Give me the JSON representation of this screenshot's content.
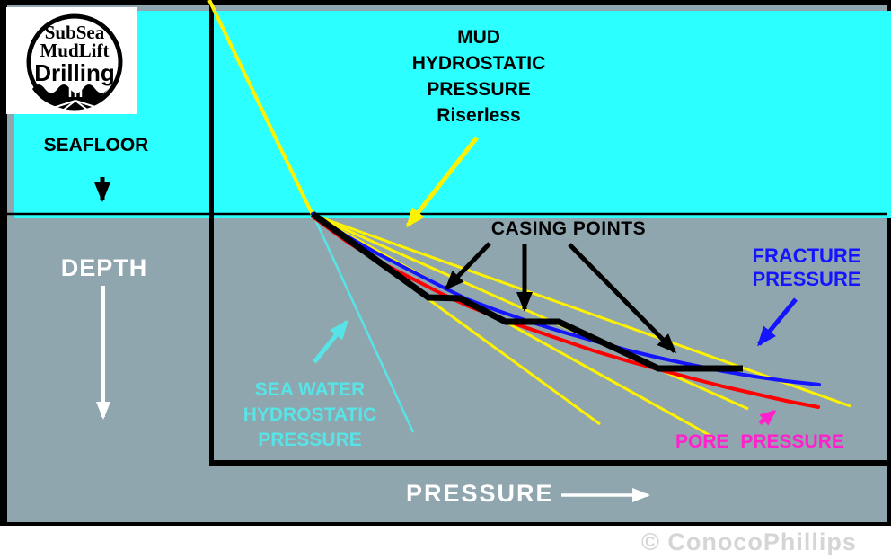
{
  "logo": {
    "line1": "SubSea",
    "line2": "MudLift",
    "line3": "Drilling"
  },
  "labels": {
    "seafloor": "SEAFLOOR",
    "depth": "DEPTH",
    "mud": {
      "line1": "MUD",
      "line2": "HYDROSTATIC",
      "line3": "PRESSURE",
      "line4": "Riserless"
    },
    "casing_points": "CASING POINTS",
    "fracture": {
      "line1": "FRACTURE",
      "line2": "PRESSURE"
    },
    "sea_water": {
      "line1": "SEA WATER",
      "line2": "HYDROSTATIC",
      "line3": "PRESSURE"
    },
    "pore": "PORE PRESSURE",
    "pressure_axis": "PRESSURE",
    "copyright": "© ConocoPhillips"
  },
  "legend": {
    "yellow_lines": "mud hydrostatic pressure (riserless) fan",
    "black_line": "casing program steps",
    "blue_line": "fracture pressure",
    "red_line": "pore pressure",
    "cyan_line": "sea water hydrostatic pressure"
  },
  "colors": {
    "cyan_bg": "#2BFFFF",
    "gray_bg": "#8FA6AE",
    "yellow": "#FFF200",
    "red": "#FF0000",
    "blue": "#1414FF",
    "magenta": "#FF22CC",
    "seawater_cyan": "#57E4E7",
    "white": "#FFFFFF",
    "black": "#000000",
    "copyright_gray": "#D5D5D5"
  }
}
